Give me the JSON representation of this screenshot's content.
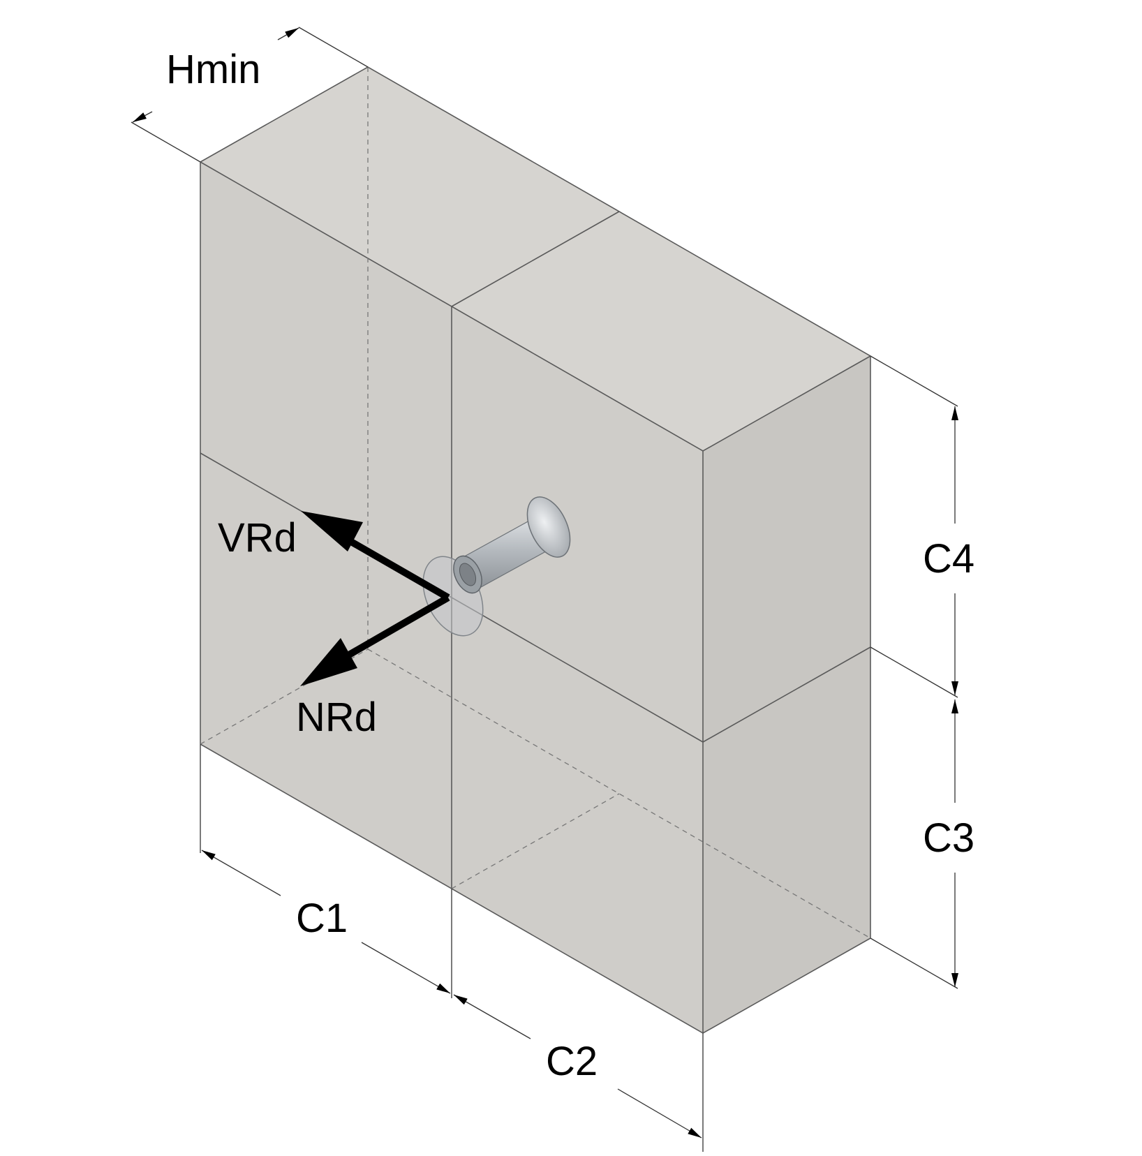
{
  "labels": {
    "hmin": "Hmin",
    "vrd": "VRd",
    "nrd": "NRd",
    "c1": "C1",
    "c2": "C2",
    "c3": "C3",
    "c4": "C4"
  },
  "colors": {
    "front_face": "#cfcdc9",
    "top_face": "#d6d4d0",
    "side_face": "#c9c7c3",
    "edge": "#5a5a5a",
    "arrow": "#000000",
    "anchor_metal": "#b8bcc0"
  },
  "icons": {
    "anchor": "anchor-bolt-icon",
    "force_arrow": "force-arrow-icon",
    "dimension_arrow": "dimension-arrow-icon"
  }
}
